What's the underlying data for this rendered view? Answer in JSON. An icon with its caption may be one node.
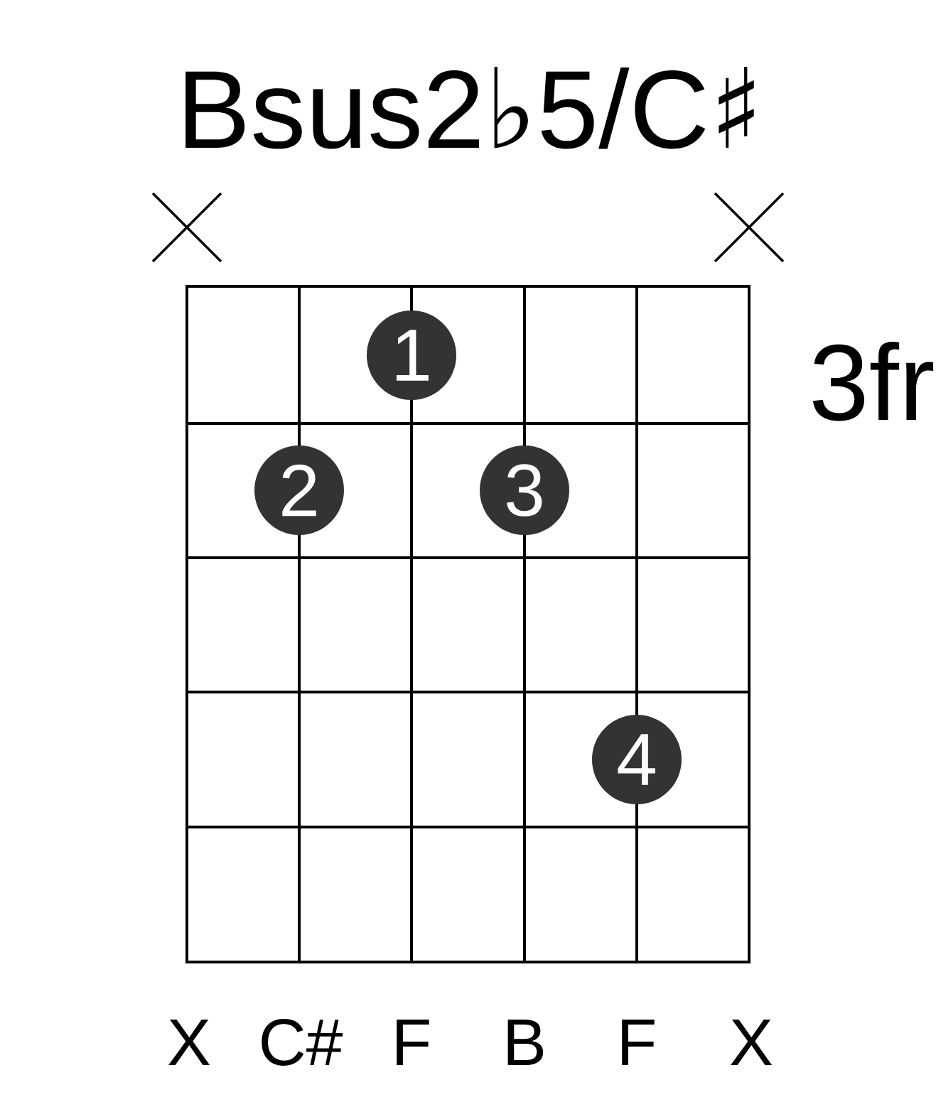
{
  "diagram": {
    "title": "Bsus2♭5/C♯",
    "nodes": [
      {
        "text": [
          "1"
        ]
      },
      {
        "text": [
          "2"
        ]
      },
      {
        "text": [
          "3"
        ]
      },
      {
        "text": [
          "4"
        ]
      }
    ],
    "labels": [
      "3fr",
      "X",
      "C#",
      "F",
      "B",
      "F",
      "X"
    ]
  }
}
